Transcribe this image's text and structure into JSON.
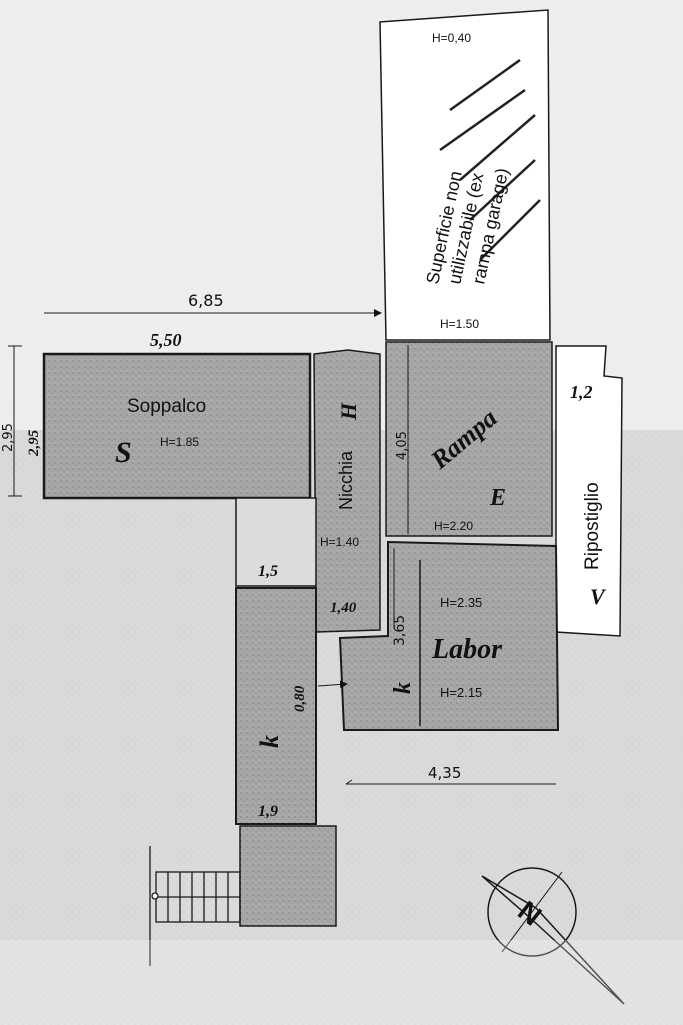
{
  "plan": {
    "rooms": {
      "soppalco": {
        "name": "Soppalco",
        "height": "H=1.85",
        "mark": "S"
      },
      "nicchia": {
        "name": "Nicchia",
        "height": "H=1.40",
        "mark": "H"
      },
      "superficie": {
        "line1": "Superficie non",
        "line2": "utilizzabile (ex",
        "line3": "rampa garage)",
        "height_top": "H=0,40",
        "height_bottom": "H=1.50"
      },
      "rampa": {
        "name": "Rampa",
        "height": "H=2.20",
        "mark": "E"
      },
      "labor": {
        "name": "Labor",
        "height_top": "H=2.35",
        "height_bottom": "H=2.15",
        "mark": "k"
      },
      "ripostiglio": {
        "name": "Ripostiglio",
        "mark": "V",
        "dim": "1,2"
      },
      "corridor": {
        "mark": "k"
      }
    },
    "dimensions": {
      "d_685": "6,85",
      "d_550": "5,50",
      "d_295": "2,95",
      "d_195": "2,95",
      "d_405": "4,05",
      "d_365": "3,65",
      "d_435": "4,35",
      "d_15": "1,5",
      "d_140": "1,40",
      "d_19": "1,9",
      "d_080": "0,80"
    },
    "compass": {
      "letter": "N"
    },
    "colors": {
      "fill": "#a9a9a9",
      "stroke": "#1a1a1a",
      "hatch": "#222222",
      "paper": "#d8d8d8"
    }
  }
}
